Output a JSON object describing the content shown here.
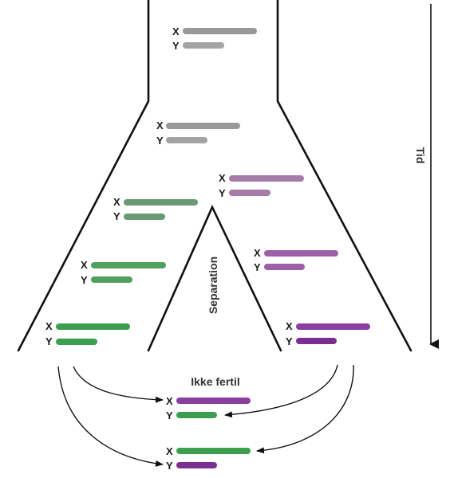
{
  "labels": {
    "x": "X",
    "y": "Y",
    "time": "Tid",
    "separation": "Separation",
    "not_fertile": "Ikke fertil"
  },
  "colors": {
    "gray": "#999999",
    "gray_y": "#a3a3a3",
    "green_light": "#6a9a72",
    "green_mid": "#52a060",
    "green": "#3c9f4f",
    "green_dark": "#2e8f3f",
    "purple_light": "#a57ba8",
    "purple_mid": "#9b60a6",
    "purple": "#8a3fa0",
    "purple_dark": "#7a2f90"
  }
}
